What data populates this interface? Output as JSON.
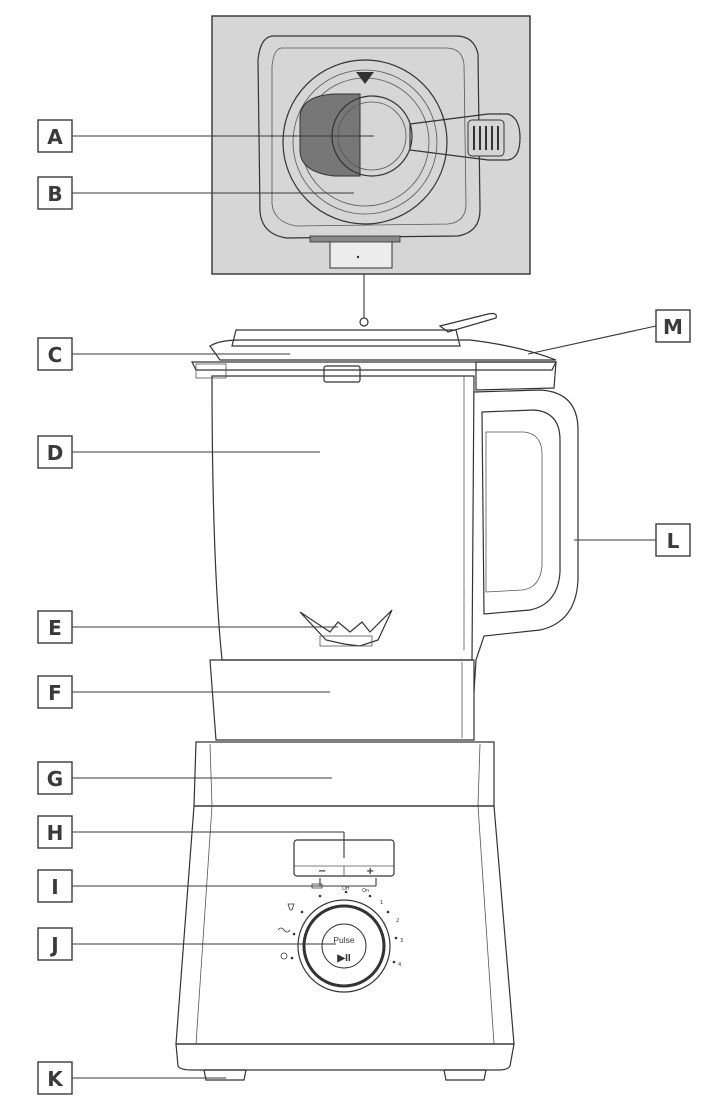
{
  "callouts": {
    "A": "A",
    "B": "B",
    "C": "C",
    "D": "D",
    "E": "E",
    "F": "F",
    "G": "G",
    "H": "H",
    "I": "I",
    "J": "J",
    "K": "K",
    "L": "L",
    "M": "M"
  },
  "control_panel": {
    "minus": "−",
    "plus": "+",
    "pulse_label": "Pulse",
    "play_pause": "▶II",
    "dial_off": "Off",
    "dial_on": "On",
    "speeds": [
      "1",
      "2",
      "3",
      "4"
    ]
  }
}
